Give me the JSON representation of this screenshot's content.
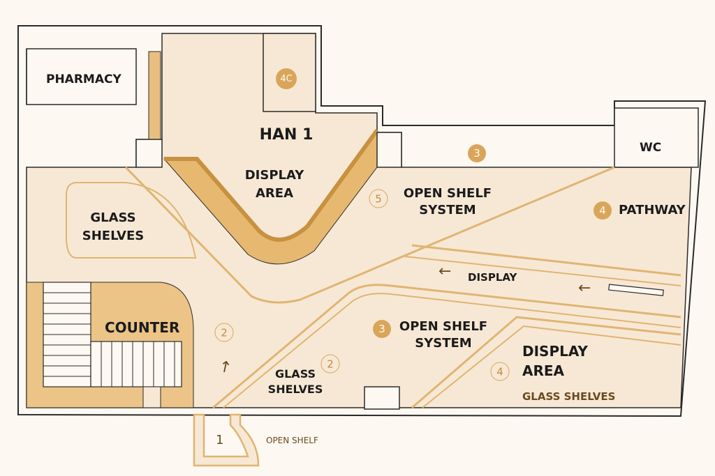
{
  "rooms": {
    "pharmacy": "PHARMACY",
    "han": "HAN 1",
    "display_area_top": [
      "DISPLAY",
      "AREA"
    ],
    "wc": "WC",
    "glass_shelves_left": [
      "GLASS",
      "SHELVES"
    ],
    "open_shelf_top": [
      "OPEN SHELF",
      "SYSTEM"
    ],
    "pathway": "PATHWAY",
    "display_corridor": "DISPLAY",
    "counter": "COUNTER",
    "open_shelf_mid": [
      "OPEN SHELF",
      "SYSTEM"
    ],
    "glass_shelves_bottom": [
      "GLASS",
      "SHELVES"
    ],
    "display_area_right": [
      "DISPLAY",
      "AREA"
    ],
    "glass_shelves_right": "GLASS SHELVES",
    "entrance_label": "OPEN SHELF"
  },
  "badges": {
    "b4c": "4C",
    "b3_top": "3",
    "b5": "5",
    "b4_pathway": "4",
    "b2_left": "2",
    "b3_mid": "3",
    "b2_mid": "2",
    "b4_right": "4",
    "b1_entrance": "1"
  },
  "icons": {
    "arrow_left": "arrow-left-icon",
    "arrow_up": "arrow-up-icon"
  },
  "colors": {
    "wall": "#2a2a2a",
    "floor": "#f7e8d5",
    "accent": "#e9bf7f",
    "accent_dark": "#d39a45",
    "text_brown": "#6b4a1e"
  }
}
